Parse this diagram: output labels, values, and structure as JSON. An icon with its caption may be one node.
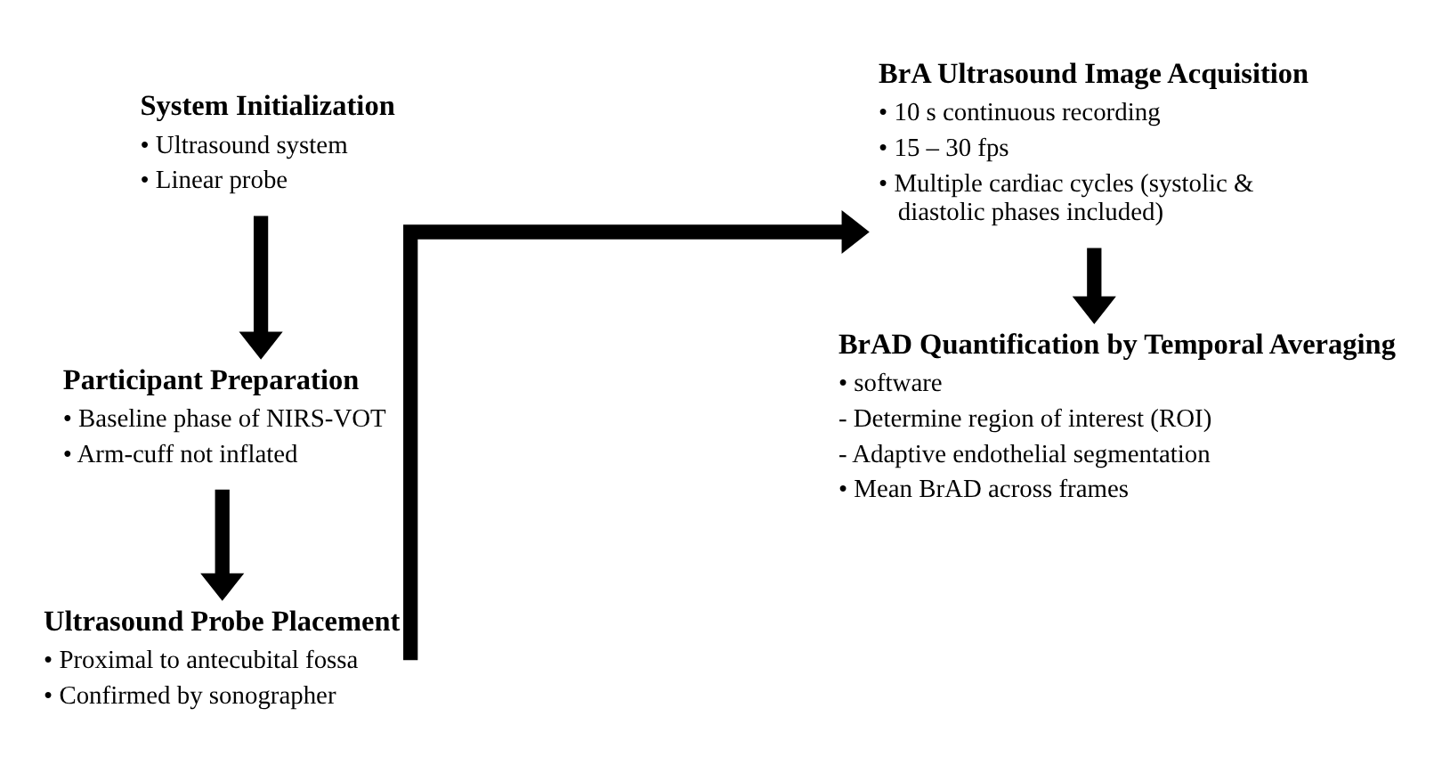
{
  "diagram": {
    "nodes": [
      {
        "text": [
          "System Initialization",
          "• Ultrasound system",
          "• Linear probe"
        ]
      },
      {
        "text": [
          "Participant Preparation",
          "• Baseline phase of NIRS-VOT",
          "• Arm-cuff not inflated"
        ]
      },
      {
        "text": [
          "Ultrasound Probe Placement",
          "• Proximal to antecubital fossa",
          "• Confirmed by sonographer"
        ]
      },
      {
        "text": [
          "BrA Ultrasound Image Acquisition",
          "• 10 s continuous recording",
          "• 15 – 30 fps",
          "• Multiple cardiac cycles (systolic & diastolic phases included)"
        ]
      },
      {
        "text": [
          "BrAD Quantification by Temporal Averaging",
          "• software",
          "- Determine region of interest (ROI)",
          "- Adaptive endothelial segmentation",
          "• Mean BrAD across frames"
        ]
      }
    ],
    "edges": [
      {
        "from": 0,
        "to": 1,
        "arrow": "to"
      },
      {
        "from": 1,
        "to": 2,
        "arrow": "to"
      },
      {
        "from": 2,
        "to": 3,
        "arrow": "to"
      },
      {
        "from": 3,
        "to": 4,
        "arrow": "to"
      }
    ]
  }
}
